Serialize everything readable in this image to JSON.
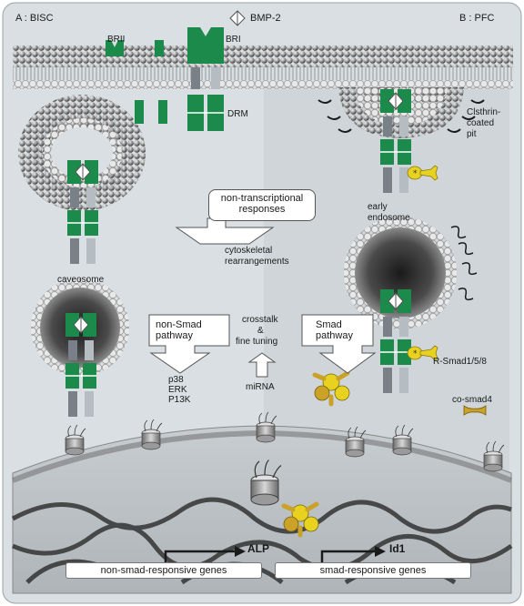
{
  "header": {
    "left_panel": "A : BISC",
    "ligand": "BMP-2",
    "right_panel": "B : PFC"
  },
  "receptors": {
    "type2": "BRII",
    "type1": "BRI",
    "raft": "DRM"
  },
  "compartments": {
    "caveosome": "caveosome",
    "clathrin_line1": "Clsthrin-",
    "clathrin_line2": "coated",
    "clathrin_line3": "pit",
    "early_line1": "early",
    "early_line2": "endosome"
  },
  "responses": {
    "non_transcriptional_line1": "non-transcriptional",
    "non_transcriptional_line2": "responses",
    "cytoskeletal_line1": "cytoskeletal",
    "cytoskeletal_line2": "rearrangements"
  },
  "pathways": {
    "non_smad_line1": "non-Smad",
    "non_smad_line2": "pathway",
    "smad_line1": "Smad",
    "smad_line2": "pathway",
    "crosstalk_line1": "crosstalk",
    "crosstalk_line2": "&",
    "crosstalk_line3": "fine tuning",
    "kinases": [
      "p38",
      "ERK",
      "P13K"
    ],
    "mirna": "miRNA",
    "r_smad": "R-Smad1/5/8",
    "co_smad": "co-smad4"
  },
  "genes": {
    "alp": "ALP",
    "id1": "Id1",
    "non_smad_genes": "non-smad-responsive genes",
    "smad_genes": "smad-responsive genes"
  },
  "colors": {
    "receptor_green": "#1b8a4a",
    "receptor_gray": "#7a8088",
    "smad_yellow": "#e8d21f",
    "co_smad_gold": "#c9a227",
    "cell_background": "#d9dfe2"
  }
}
